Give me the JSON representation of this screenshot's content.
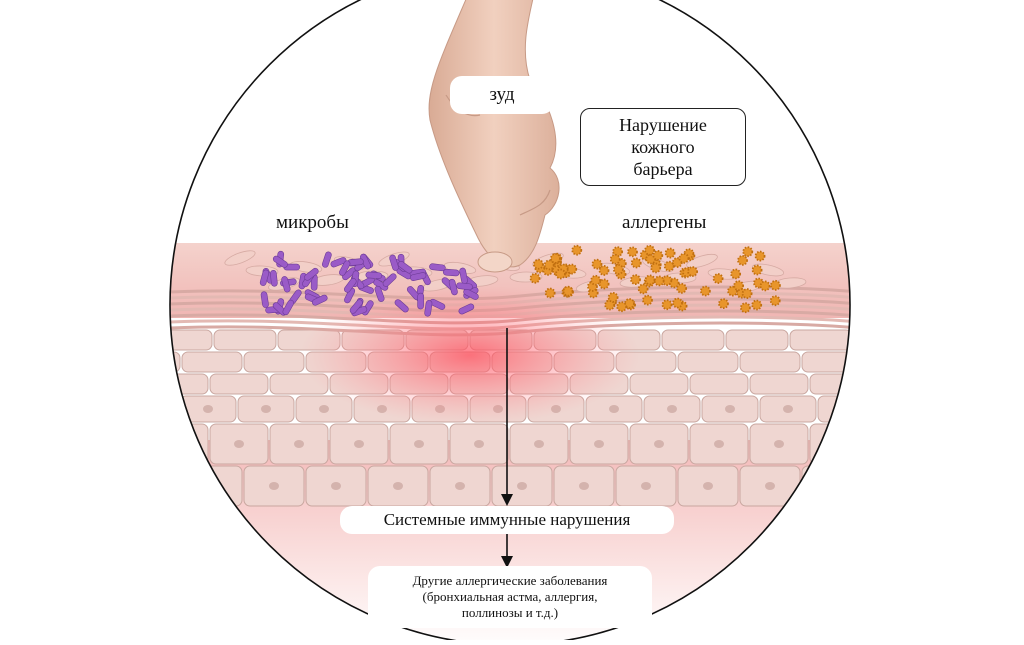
{
  "labels": {
    "itch": "зуд",
    "barrier_line1": "Нарушение",
    "barrier_line2": "кожного",
    "barrier_line3": "барьера",
    "microbes": "микробы",
    "allergens": "аллергены",
    "systemic": "Системные иммунные нарушения",
    "other_line1": "Другие аллергические заболевания",
    "other_line2": "(бронхиальная астма, аллергия,",
    "other_line3": "поллинозы и т.д.)"
  },
  "colors": {
    "skin_base": "#f3c9c4",
    "cell_fill": "#efd6d1",
    "cell_stroke": "#c9a7a0",
    "inflammation": "#ff4f5e",
    "microbe": "#9a5bc7",
    "allergen": "#e8952b",
    "finger": "#e9c3ae"
  }
}
